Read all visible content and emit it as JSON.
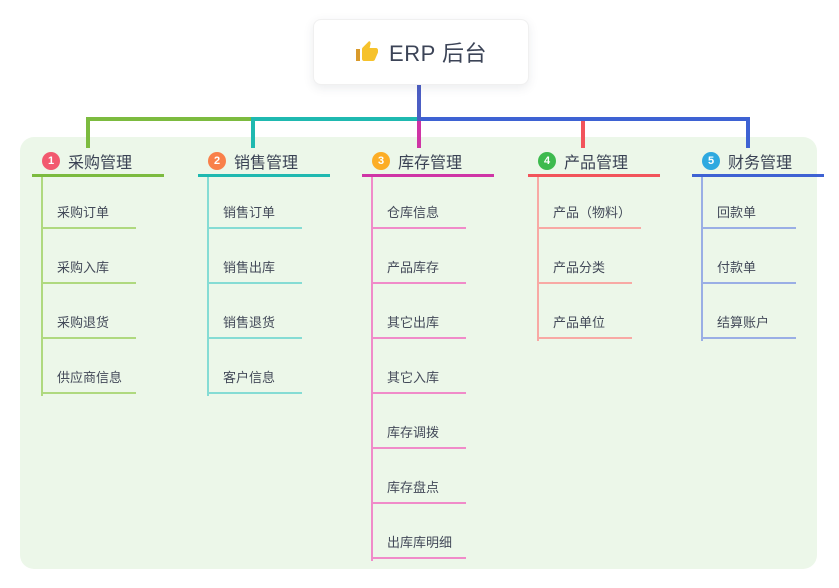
{
  "root": {
    "label": "ERP 后台",
    "icon": "thumbs-up-icon"
  },
  "panel": {
    "bg": "#ECF7E9"
  },
  "connector": {
    "root_line_color": "#4C5EC4"
  },
  "branches": [
    {
      "num": "1",
      "label": "采购管理",
      "color": "#7CBB3F",
      "light": "#AFD97F",
      "badge": "#F2596F",
      "children": [
        "采购订单",
        "采购入库",
        "采购退货",
        "供应商信息"
      ]
    },
    {
      "num": "2",
      "label": "销售管理",
      "color": "#1FB9B0",
      "light": "#85DCD4",
      "badge": "#F9804A",
      "children": [
        "销售订单",
        "销售出库",
        "销售退货",
        "客户信息"
      ]
    },
    {
      "num": "3",
      "label": "库存管理",
      "color": "#CF35A6",
      "light": "#F08BC9",
      "badge": "#FCAD26",
      "children": [
        "仓库信息",
        "产品库存",
        "其它出库",
        "其它入库",
        "库存调拨",
        "库存盘点",
        "出库库明细"
      ]
    },
    {
      "num": "4",
      "label": "产品管理",
      "color": "#F2545B",
      "light": "#F8A9A4",
      "badge": "#3DBA4E",
      "children": [
        "产品（物料）",
        "产品分类",
        "产品单位"
      ]
    },
    {
      "num": "5",
      "label": "财务管理",
      "color": "#3E62D3",
      "light": "#9AAEE5",
      "badge": "#2EA9E0",
      "children": [
        "回款单",
        "付款单",
        "结算账户"
      ]
    }
  ]
}
